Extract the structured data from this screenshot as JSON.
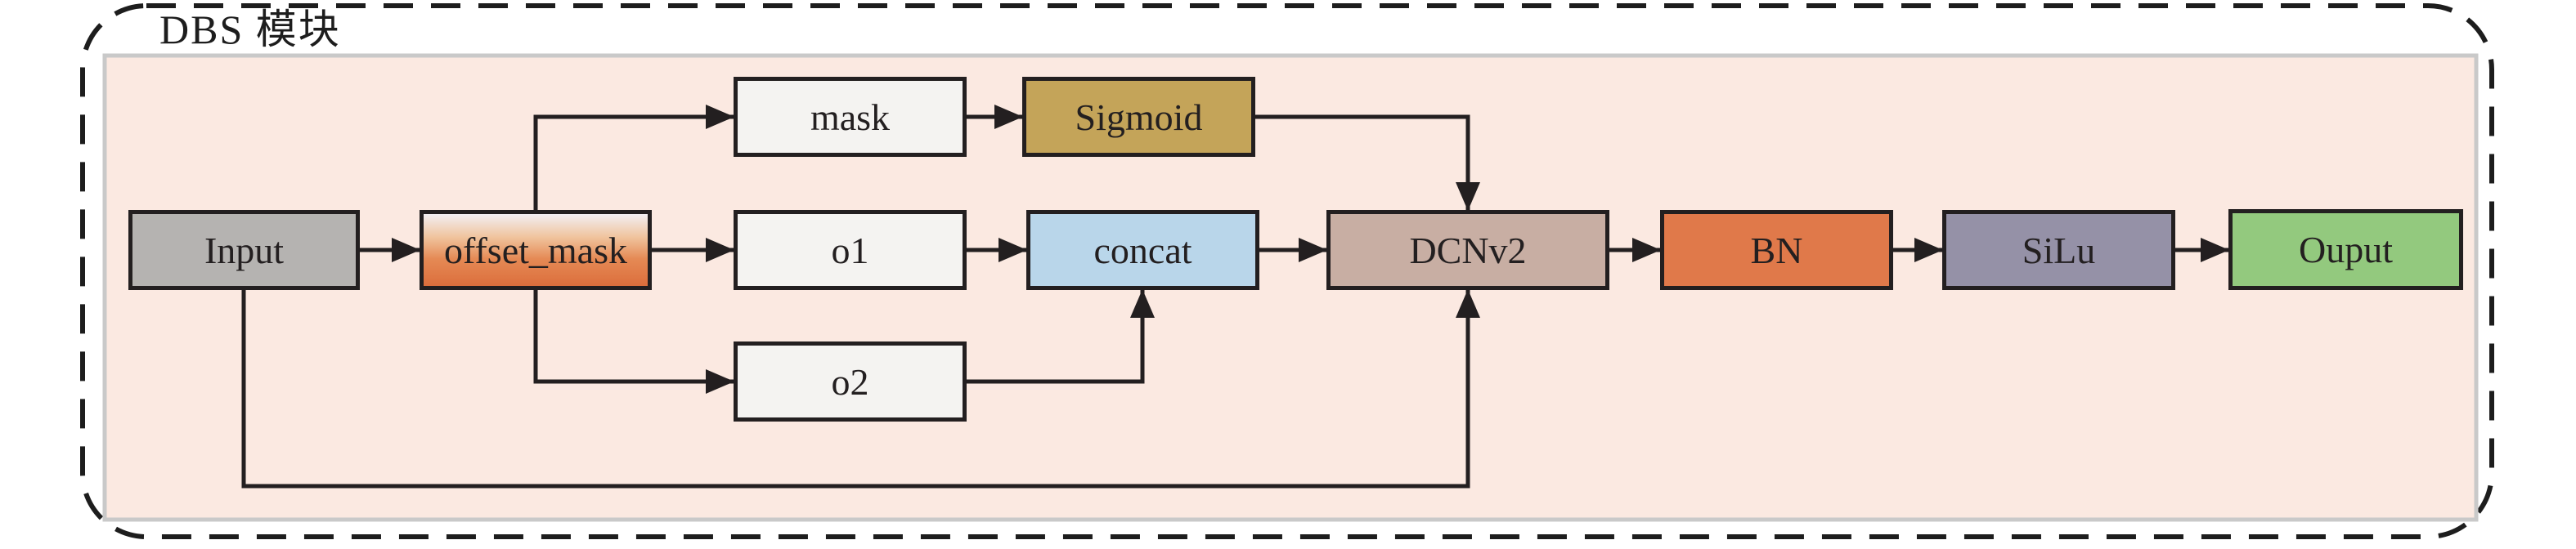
{
  "diagram": {
    "title": "DBS 模块",
    "nodes": [
      {
        "id": "input",
        "label": "Input",
        "fill": "#b5b3b1"
      },
      {
        "id": "offset-mask",
        "label": "offset_mask",
        "fill": "linear-gradient(180deg,#f2eff2 0%,#f0c49e 32%,#e58a55 62%,#dc6e3c 100%)"
      },
      {
        "id": "mask",
        "label": "mask",
        "fill": "#f4f3f1"
      },
      {
        "id": "sigmoid",
        "label": "Sigmoid",
        "fill": "#c4a459"
      },
      {
        "id": "o1",
        "label": "o1",
        "fill": "#f4f3f1"
      },
      {
        "id": "concat",
        "label": "concat",
        "fill": "#b9d6ea"
      },
      {
        "id": "o2",
        "label": "o2",
        "fill": "#f4f3f1"
      },
      {
        "id": "dcnv2",
        "label": "DCNv2",
        "fill": "#c8aea3"
      },
      {
        "id": "bn",
        "label": "BN",
        "fill": "#e0794a"
      },
      {
        "id": "silu",
        "label": "SiLu",
        "fill": "#9591a7"
      },
      {
        "id": "ouput",
        "label": "Ouput",
        "fill": "#93c97e"
      }
    ],
    "edges": [
      {
        "from": "Input",
        "to": "offset_mask"
      },
      {
        "from": "offset_mask",
        "to": "mask"
      },
      {
        "from": "offset_mask",
        "to": "o1"
      },
      {
        "from": "offset_mask",
        "to": "o2"
      },
      {
        "from": "mask",
        "to": "Sigmoid"
      },
      {
        "from": "o1",
        "to": "concat"
      },
      {
        "from": "o2",
        "to": "concat"
      },
      {
        "from": "Sigmoid",
        "to": "DCNv2"
      },
      {
        "from": "concat",
        "to": "DCNv2"
      },
      {
        "from": "Input",
        "to": "DCNv2"
      },
      {
        "from": "DCNv2",
        "to": "BN"
      },
      {
        "from": "BN",
        "to": "SiLu"
      },
      {
        "from": "SiLu",
        "to": "Ouput"
      }
    ],
    "colors": {
      "panel_background": "#fbe9e1",
      "panel_border": "#c9c9c9",
      "line": "#231f20",
      "dashed_border": "#1d1d1d",
      "text": "#231f20"
    }
  }
}
